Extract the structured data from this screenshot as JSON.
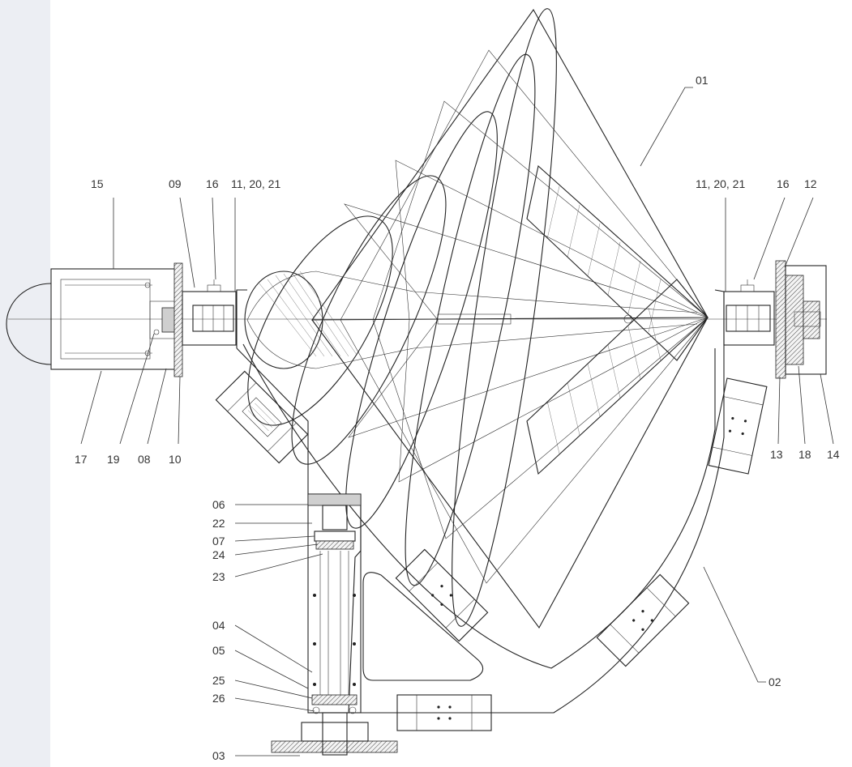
{
  "diagram": {
    "callouts": [
      {
        "id": "c01",
        "text": "01"
      },
      {
        "id": "c02",
        "text": "02"
      },
      {
        "id": "c03",
        "text": "03"
      },
      {
        "id": "c04",
        "text": "04"
      },
      {
        "id": "c05",
        "text": "05"
      },
      {
        "id": "c06",
        "text": "06"
      },
      {
        "id": "c07",
        "text": "07"
      },
      {
        "id": "c08",
        "text": "08"
      },
      {
        "id": "c09",
        "text": "09"
      },
      {
        "id": "c10",
        "text": "10"
      },
      {
        "id": "c11L",
        "text": "11, 20, 21"
      },
      {
        "id": "c11R",
        "text": "11, 20, 21"
      },
      {
        "id": "c12",
        "text": "12"
      },
      {
        "id": "c13",
        "text": "13"
      },
      {
        "id": "c14",
        "text": "14"
      },
      {
        "id": "c15",
        "text": "15"
      },
      {
        "id": "c16L",
        "text": "16"
      },
      {
        "id": "c16R",
        "text": "16"
      },
      {
        "id": "c17",
        "text": "17"
      },
      {
        "id": "c18",
        "text": "18"
      },
      {
        "id": "c19",
        "text": "19"
      },
      {
        "id": "c22",
        "text": "22"
      },
      {
        "id": "c23",
        "text": "23"
      },
      {
        "id": "c24",
        "text": "24"
      },
      {
        "id": "c25",
        "text": "25"
      },
      {
        "id": "c26",
        "text": "26"
      }
    ]
  }
}
